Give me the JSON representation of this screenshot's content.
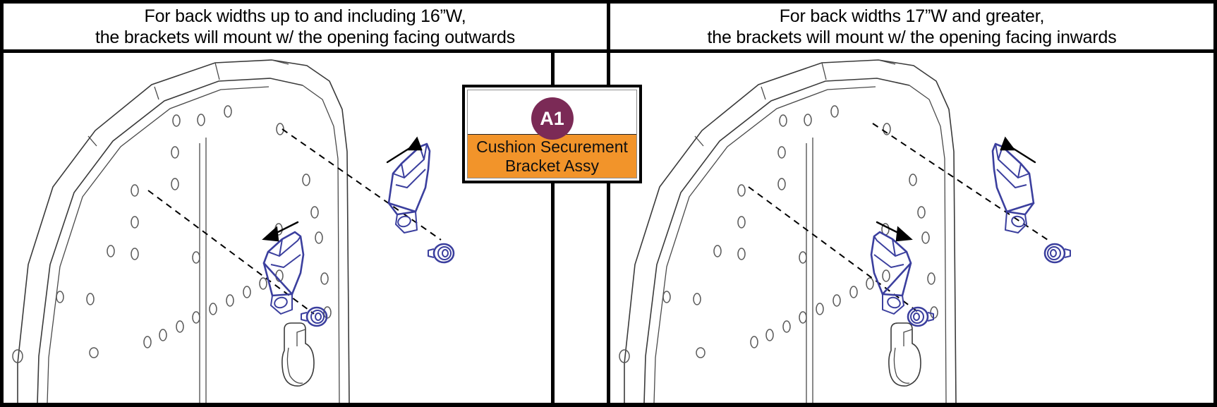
{
  "document": {
    "type": "assembly-instruction-diagram",
    "title": "Cushion Securement Bracket Mounting Orientation"
  },
  "panels": [
    {
      "id": "left",
      "caption_line1": "For back widths up to and including 16”W,",
      "caption_line2": "the brackets will mount w/ the opening facing outwards",
      "arrow_direction": "left",
      "orientation": "outwards"
    },
    {
      "id": "right",
      "caption_line1": "For back widths 17”W and greater,",
      "caption_line2": "the brackets will mount w/ the opening facing inwards",
      "arrow_direction": "right",
      "orientation": "inwards"
    }
  ],
  "callout": {
    "badge_label": "A1",
    "part_name_line1": "Cushion Securement",
    "part_name_line2": "Bracket Assy",
    "badge_color": "#7B2A56",
    "band_color": "#F2942A",
    "border_color": "#000000"
  },
  "colors": {
    "part_blue": "#3B3F9E",
    "outline_gray": "#3a3a3a",
    "background": "#FFFFFF"
  }
}
